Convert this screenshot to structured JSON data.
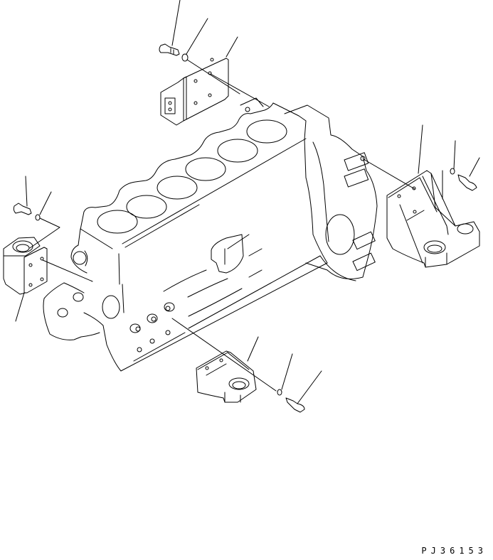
{
  "diagram": {
    "type": "exploded-parts-view",
    "subject": "engine block with mounting brackets",
    "drawing_id": "PJ36153",
    "colors": {
      "line": "#000000",
      "background": "#ffffff"
    },
    "parts": [
      {
        "id": "front-upper-bracket",
        "label": "bracket (top, plate type)",
        "position": "top-center"
      },
      {
        "id": "front-upper-bolt",
        "label": "bolt",
        "position": "top-center"
      },
      {
        "id": "front-upper-washer",
        "label": "washer",
        "position": "top-center"
      },
      {
        "id": "left-mount-block",
        "label": "mount bracket (left)",
        "position": "left"
      },
      {
        "id": "left-bolt",
        "label": "bolt",
        "position": "left"
      },
      {
        "id": "left-washer",
        "label": "washer",
        "position": "left"
      },
      {
        "id": "right-mount-bracket",
        "label": "mount bracket (right, flywheel side)",
        "position": "right"
      },
      {
        "id": "right-bolt",
        "label": "bolt",
        "position": "right"
      },
      {
        "id": "right-washer",
        "label": "washer",
        "position": "right"
      },
      {
        "id": "bottom-mount-bracket",
        "label": "mount bracket (bottom)",
        "position": "bottom-center"
      },
      {
        "id": "bottom-bolt",
        "label": "bolt",
        "position": "bottom-center"
      },
      {
        "id": "bottom-washer",
        "label": "washer",
        "position": "bottom-center"
      },
      {
        "id": "engine-block",
        "label": "cylinder block (6 cyl.)",
        "position": "center"
      }
    ]
  }
}
